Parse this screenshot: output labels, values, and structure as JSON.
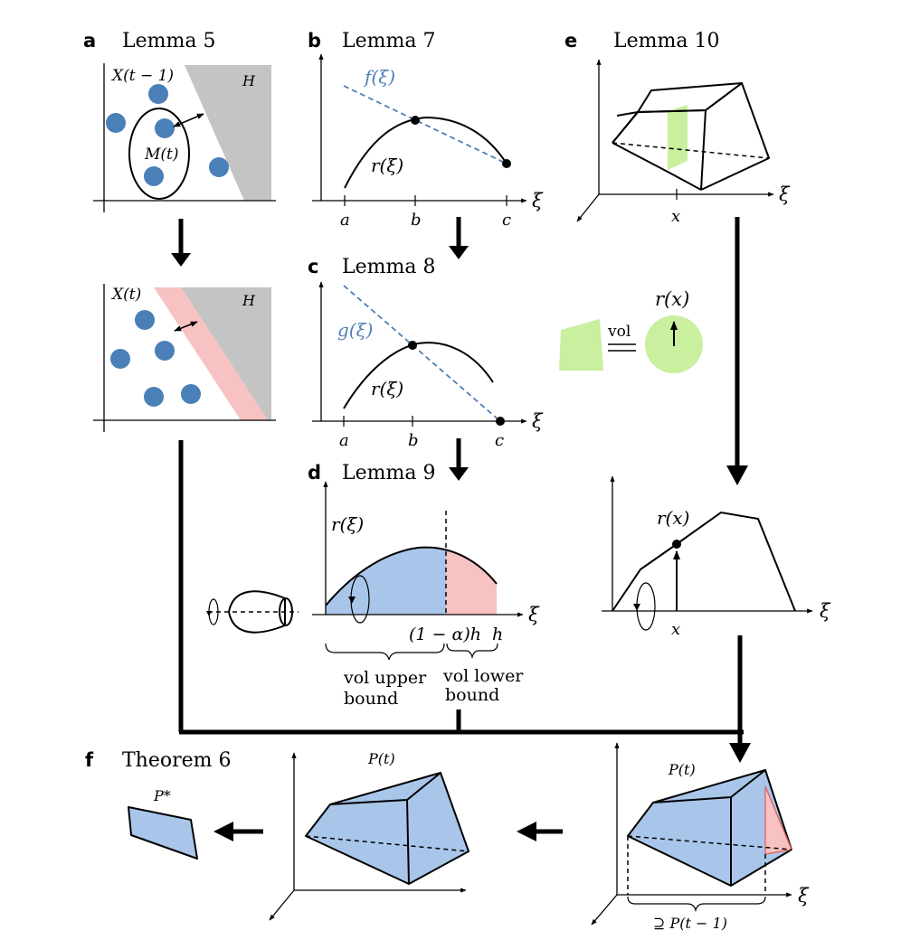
{
  "panels": {
    "a": {
      "letter": "a",
      "title": "Lemma 5",
      "top_set": "X(t − 1)",
      "bottom_set": "X(t)",
      "halfspace": "H",
      "subset": "M(t)"
    },
    "b": {
      "letter": "b",
      "title": "Lemma 7",
      "func": "f(ξ)",
      "curve": "r(ξ)",
      "tick_a": "a",
      "tick_b": "b",
      "tick_c": "c",
      "axis": "ξ"
    },
    "c": {
      "letter": "c",
      "title": "Lemma 8",
      "func": "g(ξ)",
      "curve": "r(ξ)",
      "tick_a": "a",
      "tick_b": "b",
      "tick_c": "c",
      "axis": "ξ"
    },
    "d": {
      "letter": "d",
      "title": "Lemma 9",
      "curve": "r(ξ)",
      "axis": "ξ",
      "tick_mid": "(1 − α)h",
      "tick_h": "h",
      "brace_left_line1": "vol upper",
      "brace_left_line2": "bound",
      "brace_right_line1": "vol lower",
      "brace_right_line2": "bound"
    },
    "e": {
      "letter": "e",
      "title": "Lemma 10",
      "axis": "ξ",
      "tick_x": "x",
      "radius": "r(x)",
      "vol": "vol",
      "lower_radius": "r(x)",
      "lower_tick": "x",
      "lower_axis": "ξ"
    },
    "f": {
      "letter": "f",
      "title": "Theorem 6",
      "p_star": "P*",
      "p_t_mid": "P(t)",
      "p_t_right": "P(t)",
      "right_axis": "ξ",
      "superset": "⊇ P(t − 1)"
    }
  },
  "colors": {
    "point_blue": "#4a7fb8",
    "polytope_blue": "#a9c6ea",
    "halfspace_gray": "#c4c4c4",
    "band_pink": "#f9c2c2",
    "slice_green": "#c9ef9f",
    "dashed_blue": "#4f7fb5"
  }
}
